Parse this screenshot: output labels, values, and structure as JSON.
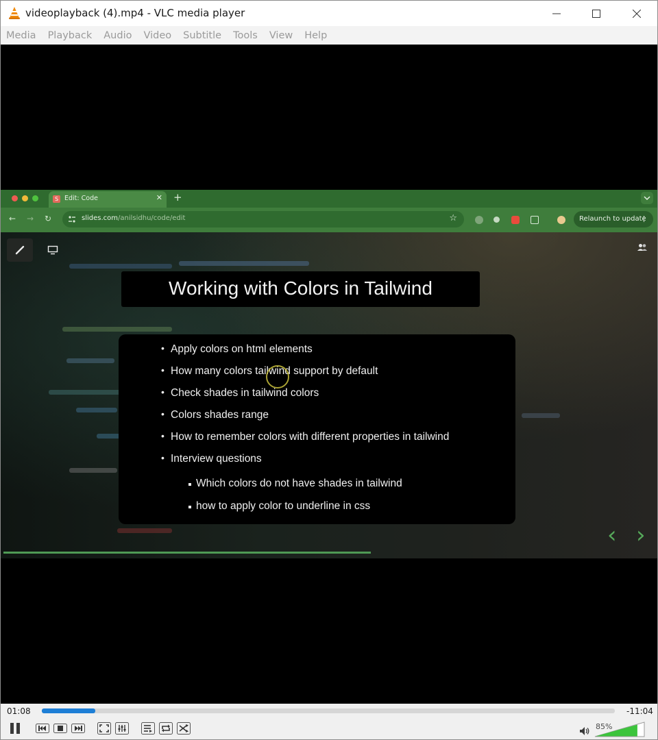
{
  "window": {
    "title": "videoplayback (4).mp4 - VLC media player"
  },
  "menu": {
    "items": [
      "Media",
      "Playback",
      "Audio",
      "Video",
      "Subtitle",
      "Tools",
      "View",
      "Help"
    ]
  },
  "browser": {
    "tab_title": "Edit: Code",
    "tab_favicon": "S",
    "url_host": "slides.com",
    "url_path": "/anilsidhu/code/edit",
    "relaunch_label": "Relaunch to update"
  },
  "slide": {
    "title": "Working with Colors in Tailwind",
    "bullets": [
      "Apply colors on html elements",
      "How many colors tailwind support by default",
      "Check shades in tailwind colors",
      "Colors shades range",
      "How to remember colors with different properties in tailwind",
      "Interview questions"
    ],
    "sub_bullets": [
      "Which colors do not have shades in tailwind",
      "how to apply color to underline in css"
    ]
  },
  "playback": {
    "elapsed": "01:08",
    "remaining": "-11:04",
    "progress_fraction": 0.093,
    "volume_label": "85%",
    "volume_fraction": 0.85
  },
  "colors": {
    "accent_blue": "#1e7fd6",
    "browser_green": "#3f7d3c",
    "volume_green": "#3cc43c"
  }
}
